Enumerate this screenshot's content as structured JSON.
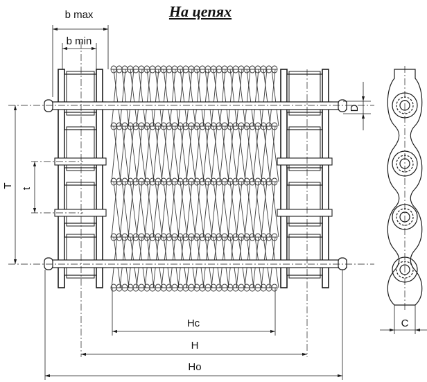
{
  "title": "На цепях",
  "dimensions": {
    "b_max": "b max",
    "b_min": "b min",
    "D": "D",
    "T": "T",
    "t": "t",
    "Hc": "Hc",
    "H": "H",
    "Ho": "Ho",
    "C": "C"
  },
  "colors": {
    "ink": "#1a1a1a",
    "background": "#ffffff"
  }
}
